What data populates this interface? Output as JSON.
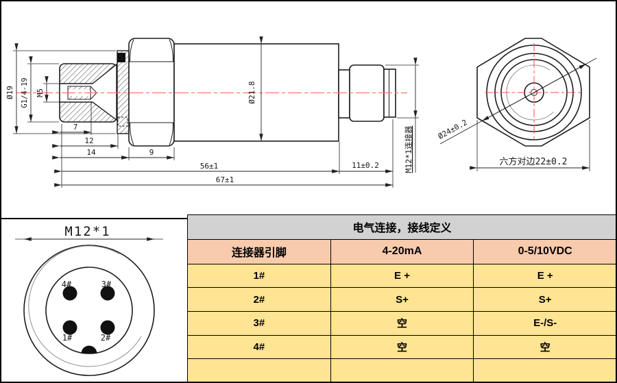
{
  "drawing": {
    "side_view": {
      "dims": {
        "d19": "Ø19",
        "thread": "G1/4-19",
        "m5": "M5",
        "l7": "7",
        "l12": "12",
        "l14": "14",
        "l9": "9",
        "l56": "56±1",
        "l11": "11±0.2",
        "l67": "67±1",
        "d218": "Ø21.8",
        "connector": "M12*1连接器"
      }
    },
    "end_view": {
      "d24": "Ø24±0.2",
      "across_flats": "六方对边22±0.2"
    },
    "pin_view": {
      "title": "M12*1",
      "pin1": "1#",
      "pin2": "2#",
      "pin3": "3#",
      "pin4": "4#"
    }
  },
  "table": {
    "title": "电气连接，接线定义",
    "columns": [
      "连接器引脚",
      "4-20mA",
      "0-5/10VDC"
    ],
    "rows": [
      [
        "1#",
        "E +",
        "E +"
      ],
      [
        "2#",
        "S+",
        "S+"
      ],
      [
        "3#",
        "空",
        "E-/S-"
      ],
      [
        "4#",
        "空",
        "空"
      ],
      [
        "",
        "",
        ""
      ]
    ]
  },
  "colors": {
    "title_bg": "#d2d2d2",
    "header_bg": "#f8cbad",
    "row_bg": "#ffe493",
    "centerline": "#ff7373",
    "crosshair": "#fb4b4b",
    "line": "#1c1c1c"
  }
}
